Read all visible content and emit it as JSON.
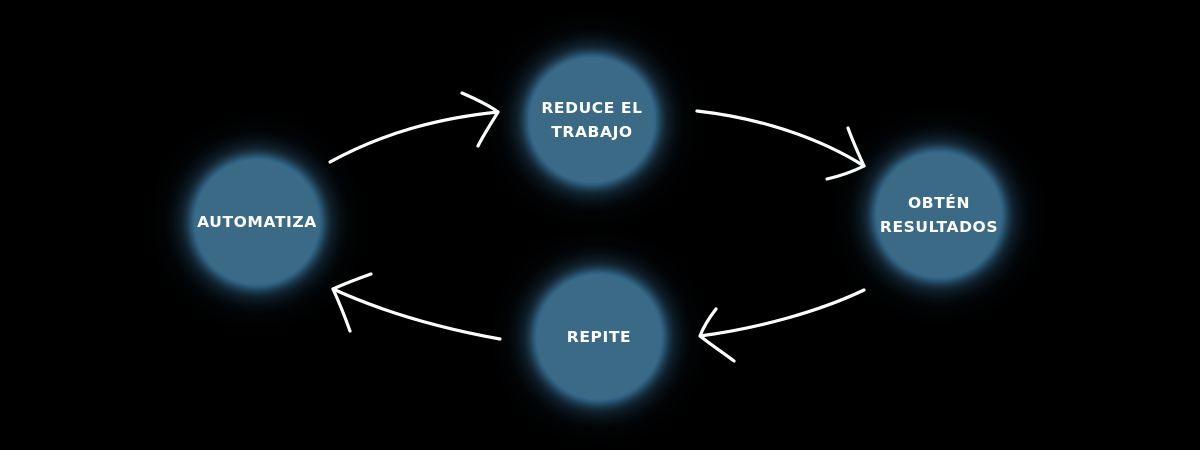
{
  "colors": {
    "background": "#000000",
    "node_fill": "#3b6a86",
    "node_glow": "#3f7ea6",
    "text": "#ffffff",
    "arrow": "#ffffff"
  },
  "nodes": {
    "automatiza": {
      "label": "AUTOMATIZA"
    },
    "reduce": {
      "label": "REDUCE EL\nTRABAJO"
    },
    "obten": {
      "label": "OBTÉN\nRESULTADOS"
    },
    "repite": {
      "label": "REPITE"
    }
  },
  "arrows": [
    {
      "from": "automatiza",
      "to": "reduce"
    },
    {
      "from": "reduce",
      "to": "obten"
    },
    {
      "from": "obten",
      "to": "repite"
    },
    {
      "from": "repite",
      "to": "automatiza"
    }
  ]
}
